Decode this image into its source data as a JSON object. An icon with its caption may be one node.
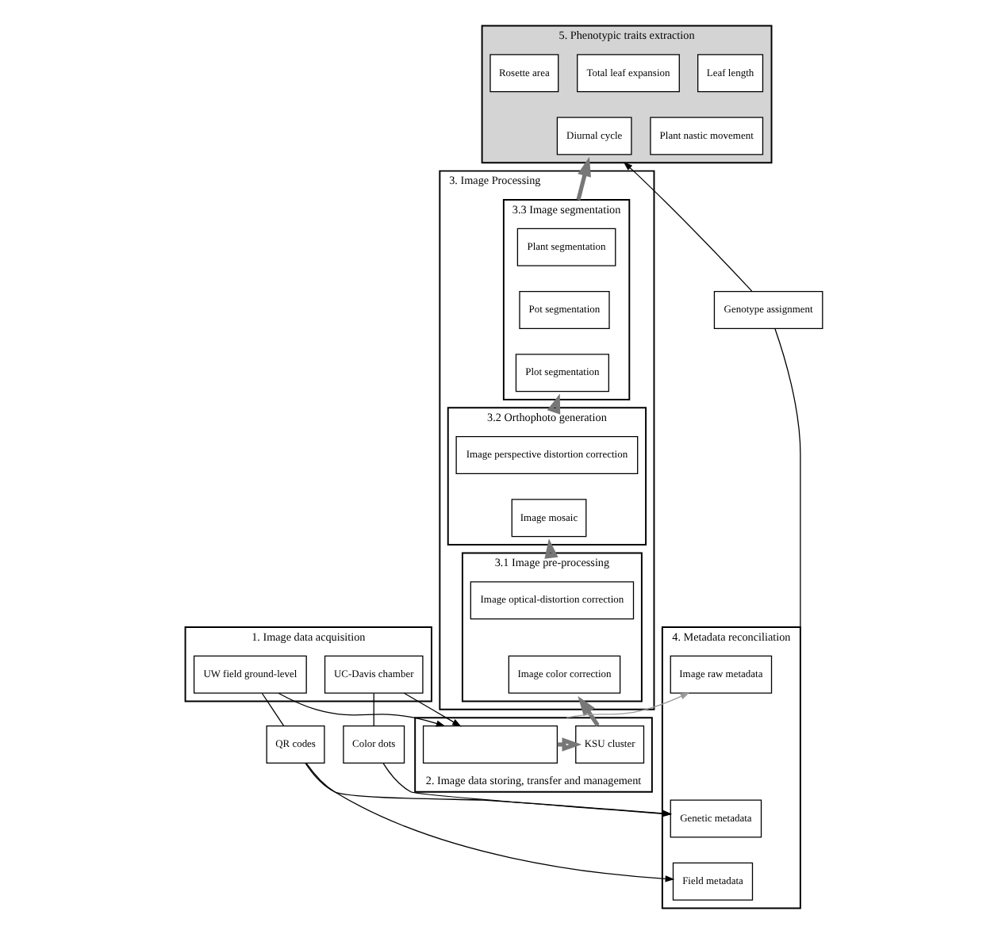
{
  "diagram": {
    "nodes": [
      {
        "text": [
          "5. Phenotypic traits extraction"
        ]
      },
      {
        "text": [
          "Leaf length"
        ],
        "in": 0
      },
      {
        "text": [
          "Total leaf expansion"
        ],
        "in": 0
      },
      {
        "text": [
          "Rosette area"
        ],
        "in": 0
      },
      {
        "text": [
          "Plant nastic movement"
        ],
        "in": 0
      },
      {
        "text": [
          "Diurnal cycle"
        ],
        "in": 0
      },
      {
        "text": [
          "3. Image Processing"
        ]
      },
      {
        "text": [
          "3.3 Image segmentation"
        ],
        "in": 6
      },
      {
        "text": [
          "Plant segmentation"
        ],
        "in": 7
      },
      {
        "text": [
          "Pot segmentation"
        ],
        "in": 7
      },
      {
        "text": [
          "Plot segmentation"
        ],
        "in": 7
      },
      {
        "text": [
          "3.2 Orthophoto generation"
        ],
        "in": 6
      },
      {
        "text": [
          "Image perspective distortion correction"
        ],
        "in": 11
      },
      {
        "text": [
          "Image mosaic"
        ],
        "in": 11
      },
      {
        "text": [
          "3.1 Image pre-processing"
        ],
        "in": 6
      },
      {
        "text": [
          "Image optical-distortion correction"
        ],
        "in": 14
      },
      {
        "text": [
          "Image color correction"
        ],
        "in": 14
      },
      {
        "text": [
          "Genotype assignment"
        ]
      },
      {
        "text": [
          "1. Image data acquisition"
        ]
      },
      {
        "text": [
          "UC-Davis chamber"
        ],
        "in": 18
      },
      {
        "text": [
          "UW field ground-level"
        ],
        "in": 18
      },
      {
        "text": [
          "Color dots"
        ]
      },
      {
        "text": [
          "QR codes"
        ]
      },
      {
        "text": [
          "4. Metadata reconciliation"
        ]
      },
      {
        "text": [
          "Genetic metadata"
        ],
        "in": 23
      },
      {
        "text": [
          "Field metadata"
        ],
        "in": 23
      },
      {
        "text": [
          "Image raw metadata"
        ],
        "in": 23
      },
      {
        "text": [
          "2. Image data storing, transfer and management"
        ]
      },
      {
        "text": [],
        "shape": "box",
        "in": 27
      },
      {
        "text": [
          "KSU cluster"
        ],
        "in": 27
      }
    ],
    "edges": [
      {
        "from": 7,
        "to": 0,
        "arrow": "to",
        "style": "thick",
        "color": "#777777"
      },
      {
        "from": 23,
        "to": 17,
        "arrow": "none"
      },
      {
        "from": 17,
        "to": 0,
        "arrow": "to"
      },
      {
        "from": 11,
        "to": 7,
        "arrow": "to",
        "style": "thick",
        "color": "#777777"
      },
      {
        "from": 14,
        "to": 11,
        "arrow": "to",
        "style": "thick",
        "color": "#777777"
      },
      {
        "from": 19,
        "to": 21,
        "arrow": "none"
      },
      {
        "from": 20,
        "to": 22,
        "arrow": "none"
      },
      {
        "from": 21,
        "to": 24,
        "arrow": "to"
      },
      {
        "from": 22,
        "to": 24,
        "arrow": "to"
      },
      {
        "from": 22,
        "to": 25,
        "arrow": "to"
      },
      {
        "from": 19,
        "to": 28,
        "arrow": "to"
      },
      {
        "from": 20,
        "to": 28,
        "arrow": "to"
      },
      {
        "from": 27,
        "to": 26,
        "arrow": "to",
        "color": "#999999"
      },
      {
        "from": 28,
        "to": 29,
        "arrow": "to",
        "style": "thick",
        "color": "#777777"
      },
      {
        "from": 29,
        "to": 14,
        "arrow": "to",
        "style": "thick",
        "color": "#777777"
      }
    ]
  }
}
